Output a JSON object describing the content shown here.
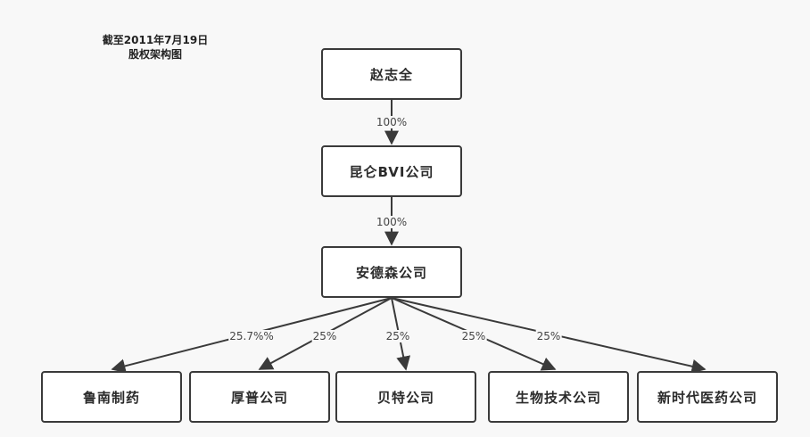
{
  "title": {
    "line1": "截至2011年7月19日",
    "line2": "股权架构图"
  },
  "nodes": {
    "root": "赵志全",
    "bvi": "昆仑BVI公司",
    "anderson": "安德森公司",
    "children": [
      "鲁南制药",
      "厚普公司",
      "贝特公司",
      "生物技术公司",
      "新时代医药公司"
    ]
  },
  "edges": {
    "root_to_bvi": "100%",
    "bvi_to_anderson": "100%",
    "anderson_to_children": [
      "25.7%%",
      "25%",
      "25%",
      "25%",
      "25%"
    ]
  },
  "colors": {
    "background": "#f8f8f8",
    "node_border": "#3a3a3a",
    "edge": "#3a3a3a"
  }
}
